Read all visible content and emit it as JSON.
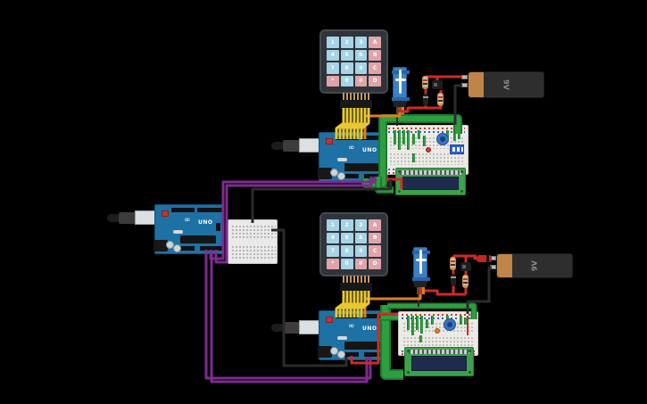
{
  "canvas": {
    "background": "#000000"
  },
  "keypad": {
    "rows": [
      [
        "1",
        "2",
        "3",
        "A"
      ],
      [
        "4",
        "5",
        "6",
        "B"
      ],
      [
        "7",
        "8",
        "9",
        "C"
      ],
      [
        "*",
        "0",
        "#",
        "D"
      ]
    ],
    "digit_key_color": "#a6d3e6",
    "letter_key_color": "#e0a4a8"
  },
  "arduino": {
    "logo": "∞",
    "label": "UNO",
    "board_color": "#1d71a5"
  },
  "battery": {
    "label": "9V",
    "body_color": "#2e2e2e",
    "cap_color": "#c08447"
  },
  "lcd": {
    "pcb_color": "#3da14b",
    "screen_color": "#1e2b4d"
  },
  "wire_colors": {
    "yellow": "#e7c832",
    "purple": "#7b2d8f",
    "black": "#2b2b2b",
    "red": "#cf2a27",
    "green": "#2f9e42",
    "green_dark": "#1e7a2f",
    "orange": "#e07d22"
  },
  "components": {
    "top_circuit": [
      "keypad-4x4",
      "micro-servo",
      "resistor",
      "resistor",
      "diode",
      "transistor",
      "9v-battery",
      "arduino-uno",
      "usb-cable",
      "breadboard",
      "potentiometer",
      "red-led",
      "dip-switch",
      "lcd-display"
    ],
    "middle": [
      "arduino-uno",
      "usb-cable",
      "mini-breadboard"
    ],
    "bottom_circuit": [
      "keypad-4x4",
      "micro-servo",
      "resistor",
      "resistor",
      "diode",
      "diode",
      "transistor",
      "9v-battery",
      "arduino-uno",
      "usb-cable",
      "breadboard",
      "potentiometer",
      "orange-led",
      "lcd-display"
    ]
  }
}
